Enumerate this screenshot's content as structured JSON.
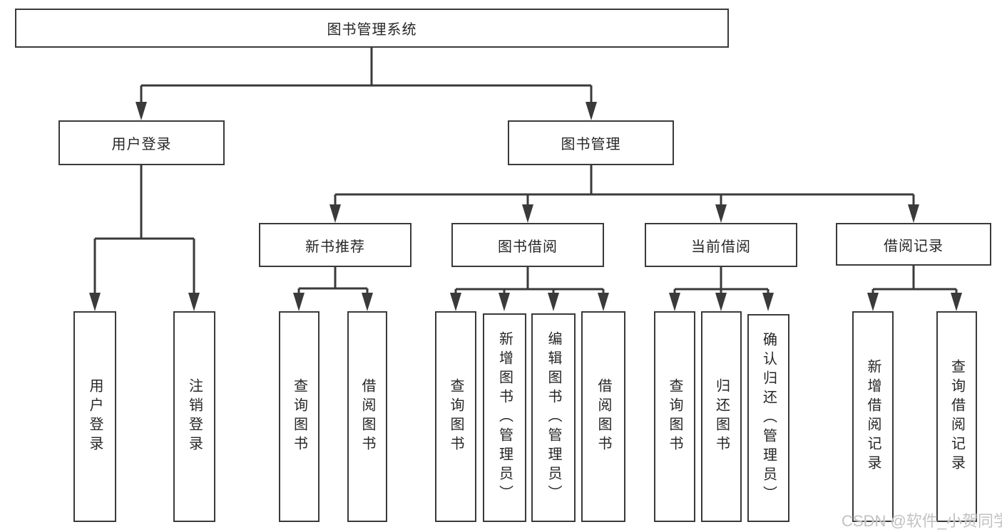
{
  "diagram": {
    "root": {
      "label": "图书管理系统"
    },
    "level2": [
      {
        "label": "用户登录"
      },
      {
        "label": "图书管理"
      }
    ],
    "level3": [
      {
        "label": "新书推荐",
        "parent": "图书管理"
      },
      {
        "label": "图书借阅",
        "parent": "图书管理"
      },
      {
        "label": "当前借阅",
        "parent": "图书管理"
      },
      {
        "label": "借阅记录",
        "parent": "图书管理"
      }
    ],
    "leaves": [
      {
        "label": "用户登录",
        "parent": "用户登录"
      },
      {
        "label": "注销登录",
        "parent": "用户登录"
      },
      {
        "label": "查询图书",
        "parent": "新书推荐"
      },
      {
        "label": "借阅图书",
        "parent": "新书推荐"
      },
      {
        "label": "查询图书",
        "parent": "图书借阅"
      },
      {
        "label": "新增图书（管理员）",
        "parent": "图书借阅"
      },
      {
        "label": "编辑图书（管理员）",
        "parent": "图书借阅"
      },
      {
        "label": "借阅图书",
        "parent": "图书借阅"
      },
      {
        "label": "查询图书",
        "parent": "当前借阅"
      },
      {
        "label": "归还图书",
        "parent": "当前借阅"
      },
      {
        "label": "确认归还（管理员）",
        "parent": "当前借阅"
      },
      {
        "label": "新增借阅记录",
        "parent": "借阅记录"
      },
      {
        "label": "查询借阅记录",
        "parent": "借阅记录"
      }
    ],
    "watermark": "CSDN @软件_小贺同学",
    "colors": {
      "line": "#3a3a3a",
      "text": "#262626",
      "background": "#ffffff",
      "watermark": "#c2c2c2"
    }
  }
}
